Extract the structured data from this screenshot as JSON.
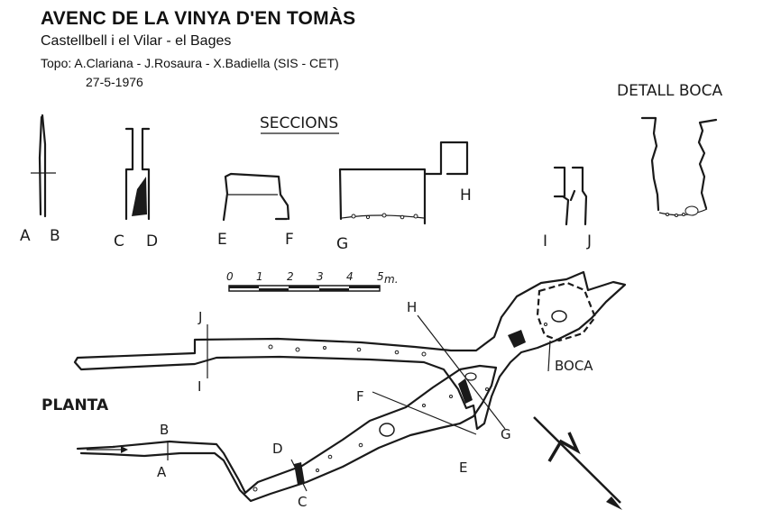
{
  "header": {
    "title": "AVENC DE LA VINYA D'EN TOMÀS",
    "subtitle": "Castellbell i el Vilar - el Bages",
    "credits": "Topo: A.Clariana - J.Rosaura - X.Badiella (SIS - CET)",
    "date": "27-5-1976"
  },
  "labels": {
    "seccions": "SECCIONS",
    "detall_boca": "DETALL BOCA",
    "planta": "PLANTA",
    "boca": "BOCA"
  },
  "scale": {
    "ticks": [
      "0",
      "1",
      "2",
      "3",
      "4",
      "5"
    ],
    "unit": "m."
  },
  "sections": [
    {
      "id": "AB",
      "letters": [
        "A",
        "B"
      ]
    },
    {
      "id": "CD",
      "letters": [
        "C",
        "D"
      ]
    },
    {
      "id": "EF",
      "letters": [
        "E",
        "F"
      ]
    },
    {
      "id": "GH",
      "letters": [
        "G",
        "H"
      ]
    },
    {
      "id": "IJ",
      "letters": [
        "I",
        "J"
      ]
    }
  ],
  "plan_markers": [
    "A",
    "B",
    "C",
    "D",
    "E",
    "F",
    "G",
    "H",
    "I",
    "J"
  ],
  "colors": {
    "ink": "#1a1a1a",
    "paper": "#ffffff"
  },
  "icons": {
    "north_arrow": "north-arrow-icon"
  }
}
